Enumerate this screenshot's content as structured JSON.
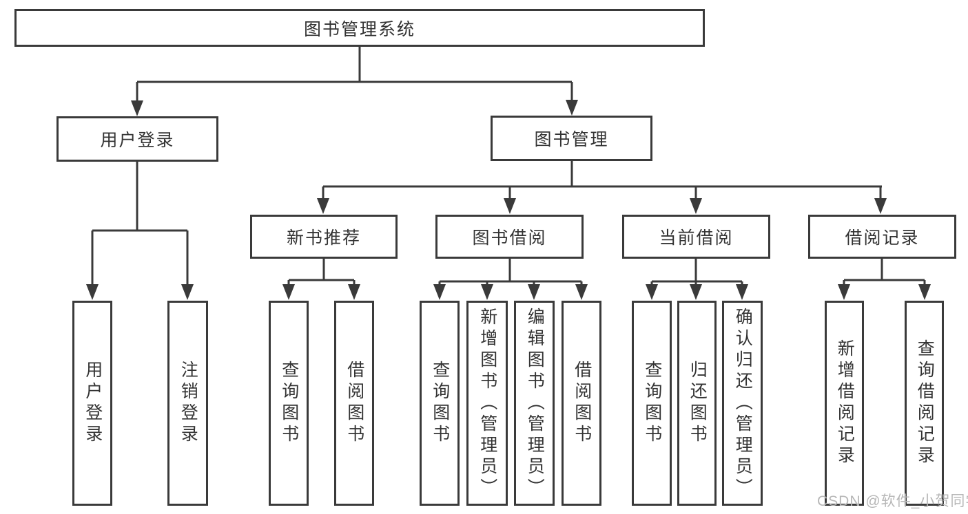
{
  "diagram": {
    "nodes": {
      "root": {
        "label": "图书管理系统"
      },
      "user_login": {
        "label": "用户登录"
      },
      "book_management": {
        "label": "图书管理"
      },
      "new_book_recommend": {
        "label": "新书推荐"
      },
      "book_borrow": {
        "label": "图书借阅"
      },
      "current_borrow": {
        "label": "当前借阅"
      },
      "borrow_records": {
        "label": "借阅记录"
      }
    },
    "leaves": {
      "user_login": [
        "用户登录",
        "注销登录"
      ],
      "new_book_recommend": [
        "查询图书",
        "借阅图书"
      ],
      "book_borrow": [
        "查询图书",
        "新增图书（管理员）",
        "编辑图书（管理员）",
        "借阅图书"
      ],
      "current_borrow": [
        "查询图书",
        "归还图书",
        "确认归还（管理员）"
      ],
      "borrow_records": [
        "新增借阅记录",
        "查询借阅记录"
      ]
    },
    "watermark": "CSDN @软件_小贺同学",
    "colors": {
      "line": "#3a3a3a",
      "text": "#333333",
      "watermark": "#b7b7b7",
      "background": "#ffffff"
    }
  }
}
